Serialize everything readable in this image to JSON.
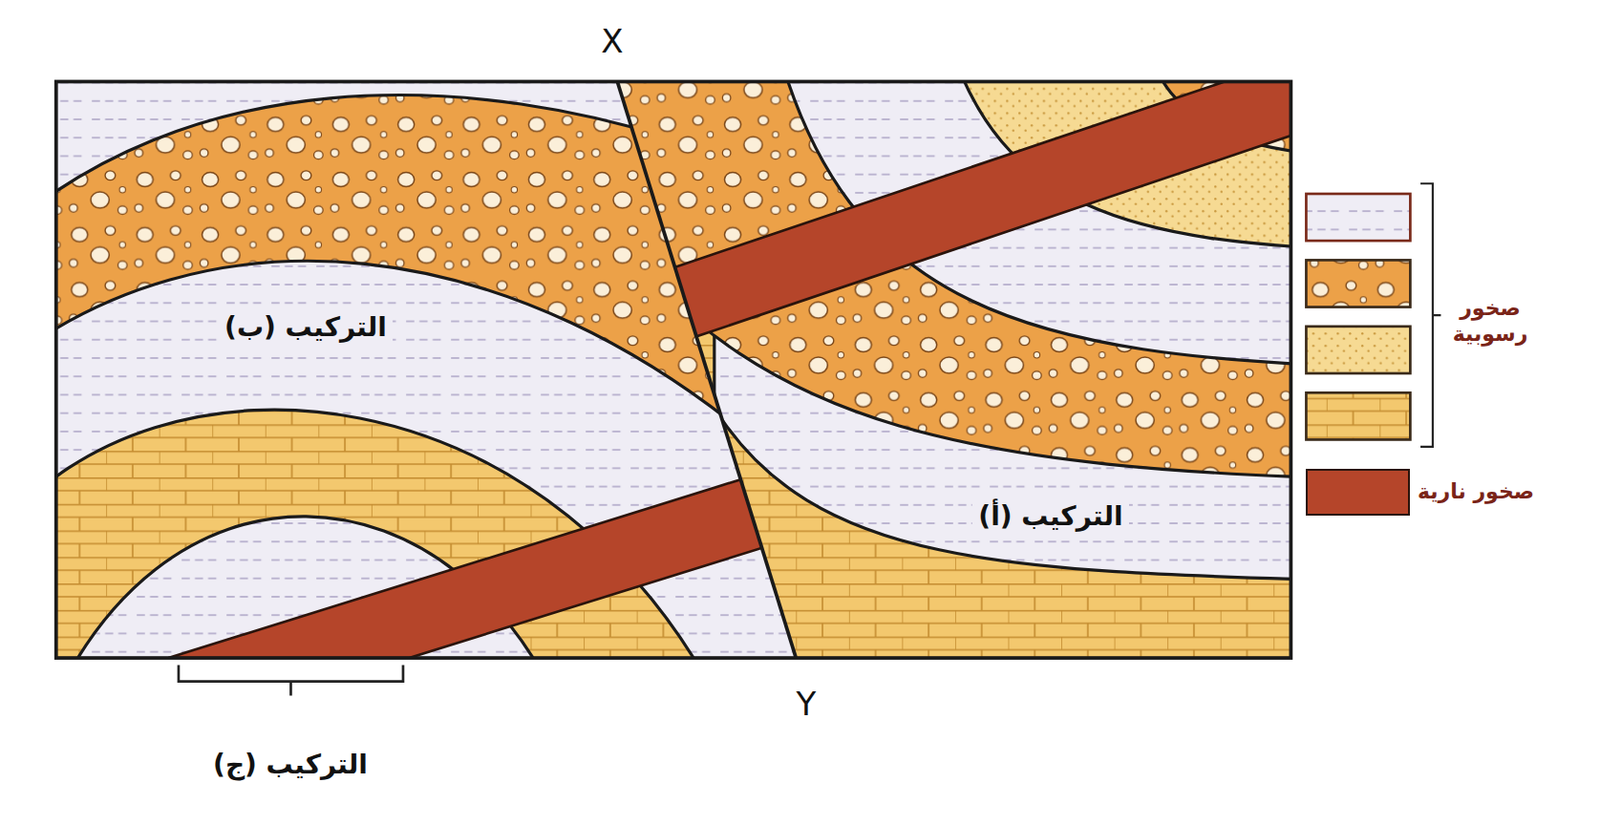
{
  "diagram": {
    "labels": [
      "X",
      "Y",
      "التركيب (ب)",
      "التركيب (أ)",
      "التركيب (ج)"
    ],
    "legend": [
      {
        "text": "صخور رسوبية"
      },
      {
        "text": "صخور نارية",
        "color": "#b5452a"
      }
    ]
  }
}
